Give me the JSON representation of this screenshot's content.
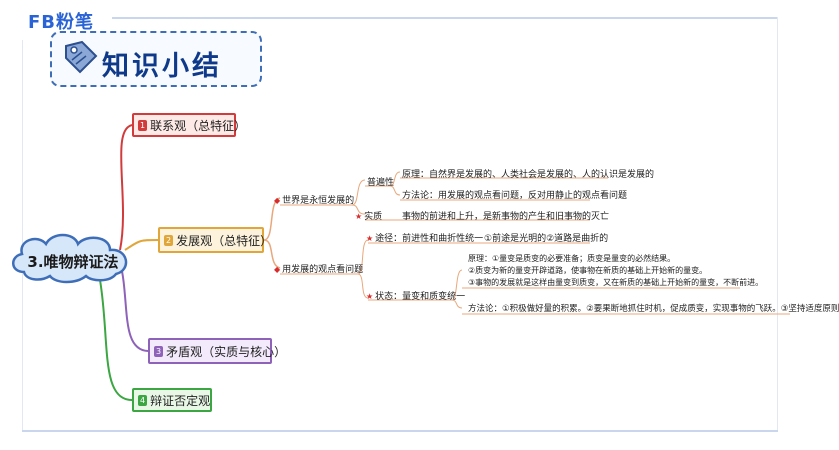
{
  "header": {
    "logo_text": "FB粉笔",
    "title": "知识小结"
  },
  "root": {
    "label": "3.唯物辩证法"
  },
  "branches": [
    {
      "badge": "1",
      "label": "联系观（总特征）",
      "color": "#d23b3b"
    },
    {
      "badge": "2",
      "label": "发展观（总特征）",
      "color": "#e0a63a"
    },
    {
      "badge": "3",
      "label": "矛盾观（实质与核心）",
      "color": "#8e62b8"
    },
    {
      "badge": "4",
      "label": "辩证否定观",
      "color": "#3ba642"
    }
  ],
  "development": {
    "world": "世界是永恒发展的",
    "universality": "普遍性",
    "principle1": "原理：自然界是发展的、人类社会是发展的、人的认识是发展的",
    "method1": "方法论：用发展的观点看问题，反对用静止的观点看问题",
    "essence": "实质",
    "essence_text": "事物的前进和上升，是新事物的产生和旧事物的灭亡",
    "view": "用发展的观点看问题",
    "path": "途径：前进性和曲折性统一",
    "path_text": "①前途是光明的②道路是曲折的",
    "state": "状态：量变和质变统一",
    "principle2_line1": "原理：①量变是质变的必要准备；质变是量变的必然结果。",
    "principle2_line2": "②质变为新的量变开辟道路，使事物在新质的基础上开始新的量变。",
    "principle2_line3": "③事物的发展就是这样由量变到质变，又在新质的基础上开始新的量变，不断前进。",
    "method2": "方法论：①积极做好量的积累。②要果断地抓住时机，促成质变，实现事物的飞跃。③坚持适度原则"
  }
}
